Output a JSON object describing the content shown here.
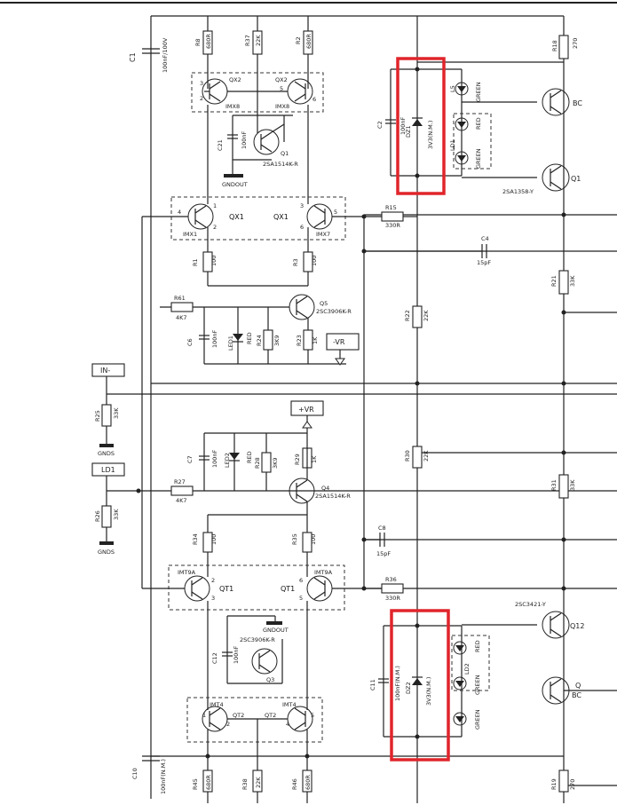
{
  "colors": {
    "highlight": "#e0252b",
    "ink": "#222222"
  },
  "labels": {
    "c1": "C1",
    "c1_val": "100nF/100V",
    "r8": "R8",
    "r8_val": "680R",
    "r37": "R37",
    "r37_val": "22K",
    "r2": "R2",
    "r2_val": "680R",
    "qx2_l": "QX2",
    "qx2_r": "QX2",
    "imx8_l": "IMX8",
    "imx8_r": "IMX8",
    "c21": "C21",
    "c21_val": "100nF",
    "q1": "Q1",
    "q1_part": "2SA1514K-R",
    "gndout_top": "GNDOUT",
    "qx1_l": "QX1",
    "qx1_r": "QX1",
    "imx1": "IMX1",
    "imx7": "IMX7",
    "r1": "R1",
    "r1_val": "100",
    "r3": "R3",
    "r3_val": "100",
    "r61": "R61",
    "r61_val": "4K7",
    "q5": "Q5",
    "q5_part": "2SC3906K-R",
    "c6": "C6",
    "c6_val": "100nF",
    "led1": "LED1",
    "red1": "RED",
    "r24": "R24",
    "r24_val": "3K9",
    "r23": "R23",
    "r23_val": "1K",
    "neg_vr": "-VR",
    "in_minus": "IN-",
    "r25": "R25",
    "r25_val": "33K",
    "gnds_top": "GNDS",
    "pos_vr": "+VR",
    "c7": "C7",
    "c7_val": "100nF",
    "led2": "LED2",
    "red2": "RED",
    "r28": "R28",
    "r28_val": "3K9",
    "r29": "R29",
    "r29_val": "1K",
    "ld1": "LD1",
    "r27": "R27",
    "r27_val": "4K7",
    "q4": "Q4",
    "q4_part": "2SA1514K-R",
    "r26": "R26",
    "r26_val": "33K",
    "gnds_bot": "GNDS",
    "r34": "R34",
    "r34_val": "100",
    "r35": "R35",
    "r35_val": "100",
    "imt9a_l": "IMT9A",
    "imt9a_r": "IMT9A",
    "qt1_l": "QT1",
    "qt1_r": "QT1",
    "gndout_bot": "GNDOUT",
    "q3_part": "2SC3906K-R",
    "c12": "C12",
    "c12_val": "100nF",
    "q3": "Q3",
    "imt4_l": "IMT4",
    "imt4_r": "IMT4",
    "qt2_l": "QT2",
    "qt2_r": "QT2",
    "c10": "C10",
    "c10_val": "100nF(N.M.)",
    "r45": "R45",
    "r45_val": "680R",
    "r38": "R38",
    "r38_val": "22K",
    "r46": "R46",
    "r46_val": "680R",
    "c2": "C2",
    "c2_val": "100nF",
    "dz1": "DZ1",
    "dz1_val": "3V3(N.M.)",
    "l5": "L5",
    "green1": "GREEN",
    "red3": "RED",
    "ld1b": "LD1",
    "green2": "GREEN",
    "r15": "R15",
    "r15_val": "330R",
    "c4": "C4",
    "c4_val": "15pF",
    "r22": "R22",
    "r22_val": "22K",
    "r30": "R30",
    "r30_val": "22K",
    "c8": "C8",
    "c8_val": "15pF",
    "r36": "R36",
    "r36_val": "330R",
    "c11": "C11",
    "c11_val": "100nF(N.M.)",
    "dz2": "DZ2",
    "dz2_val": "3V3(N.M.)",
    "red4": "RED",
    "ld2": "LD2",
    "green3": "GREEN",
    "green4": "GREEN",
    "r18": "R18",
    "r18_val": "270",
    "bc_top": "BC",
    "q11": "Q1",
    "q11_part": "2SA1358-Y",
    "r21": "R21",
    "r21_val": "33K",
    "r31": "R31",
    "r31_val": "33K",
    "q12_part": "2SC3421-Y",
    "q12": "Q12",
    "bc_bot": "BC",
    "q_bot": "Q",
    "r19": "R19",
    "r19_val": "270",
    "pin2a": "2",
    "pin3a": "3",
    "pin5a": "5",
    "pin6a": "6",
    "pin4b": "4",
    "pin1b": "1",
    "pin2b": "2",
    "pin3b": "3",
    "pin6b": "6",
    "pin5b": "5",
    "pin3c": "3",
    "pin2c": "2",
    "pin6c": "6",
    "pin5c": "5",
    "pin1d": "1",
    "pin2d": "2",
    "pin4d": "4",
    "pin5d": "5"
  }
}
